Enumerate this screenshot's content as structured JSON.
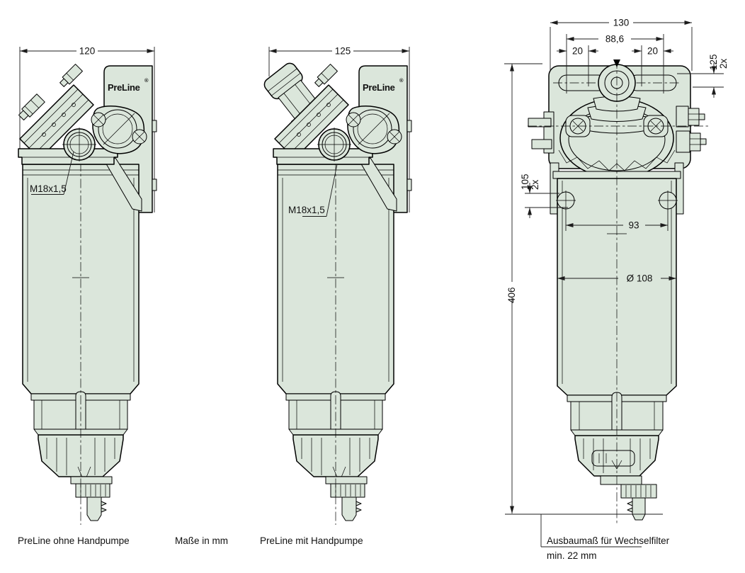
{
  "drawing": {
    "title_brand": "PreLine",
    "brand_mark": "®",
    "captions": {
      "left_view": "PreLine ohne Handpumpe",
      "units": "Maße in mm",
      "middle_view": "PreLine mit Handpumpe"
    },
    "thread_label": "M18x1,5",
    "dims": {
      "left_width": "120",
      "middle_width": "125",
      "front_overall_width": "130",
      "front_upper_hole_spacing": "88,6",
      "front_slot_length_left": "20",
      "front_slot_length_right": "20",
      "front_upper_slot_offset": "125",
      "front_upper_slot_count": "2x",
      "front_side_hole_offset": "105",
      "front_side_hole_count": "2x",
      "front_lower_hole_spacing": "93",
      "front_body_diameter": "Ø 108",
      "front_overall_height": "406"
    },
    "notes": {
      "removal_line1": "Ausbaumaß für Wechselfilter",
      "removal_line2": "min. 22 mm"
    },
    "colors": {
      "body_fill": "#dbe6db",
      "outline": "#000000",
      "dimension": "#1c1c1c",
      "background": "#ffffff"
    }
  }
}
